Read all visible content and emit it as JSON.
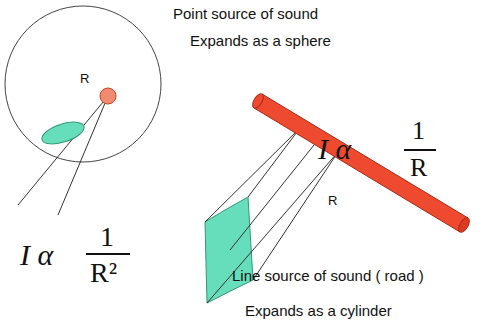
{
  "diagram": {
    "labels": [
      "Point source of sound",
      "Expands as a sphere",
      "R",
      "I α",
      "1",
      "R²",
      "I α",
      "1",
      "R",
      "R",
      "Line source of sound ( road )",
      "Expands as a cylinder"
    ]
  }
}
